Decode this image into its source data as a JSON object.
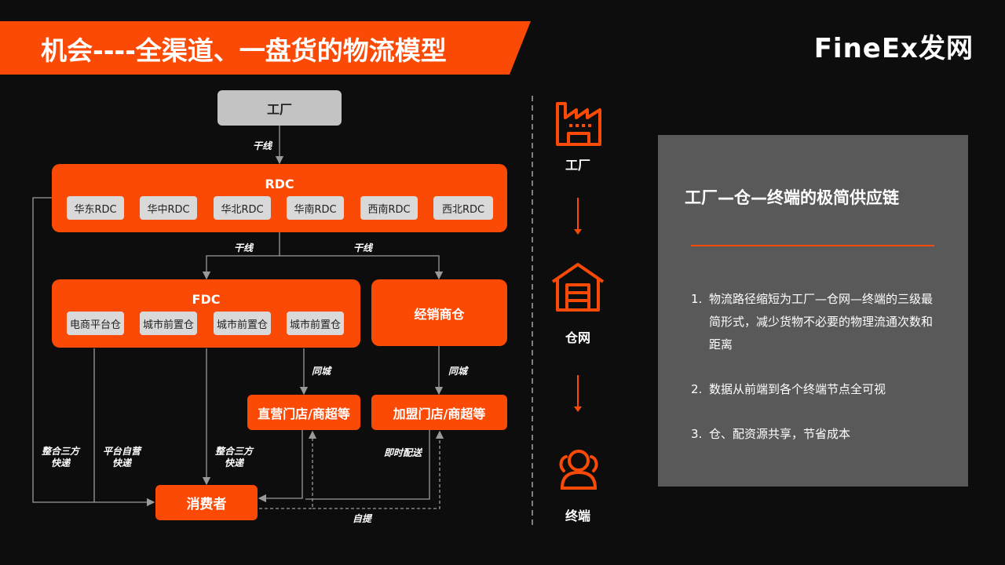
{
  "title": "机会----全渠道、一盘货的物流模型",
  "logo": {
    "text": "FineEx发网"
  },
  "diagram": {
    "factory": "工厂",
    "rdc": {
      "title": "RDC",
      "chips": [
        "华东RDC",
        "华中RDC",
        "华北RDC",
        "华南RDC",
        "西南RDC",
        "西北RDC"
      ]
    },
    "fdc": {
      "title": "FDC",
      "chips": [
        "电商平台仓",
        "城市前置仓",
        "城市前置仓",
        "城市前置仓"
      ]
    },
    "dealer_wh": "经销商仓",
    "direct_store": "直营门店/商超等",
    "franchise_store": "加盟门店/商超等",
    "consumer": "消费者",
    "edge_labels": {
      "trunk": "干线",
      "trunk_left": "干线",
      "trunk_right": "干线",
      "same_city_1": "同城",
      "same_city_2": "同城",
      "third_party_1": "整合三方快递",
      "platform_self": "平台自营快递",
      "third_party_2": "整合三方快递",
      "instant": "即时配送",
      "self_pickup": "自提"
    }
  },
  "flow": {
    "factory": "工厂",
    "warehouse": "仓网",
    "terminal": "终端"
  },
  "panel": {
    "title": "工厂—仓—终端的极简供应链",
    "items": [
      {
        "num": "1.",
        "text": "物流路径缩短为工厂—仓网—终端的三级最简形式，减少货物不必要的物理流通次数和距离"
      },
      {
        "num": "2.",
        "text": "数据从前端到各个终端节点全可视"
      },
      {
        "num": "3.",
        "text": "仓、配资源共享，节省成本"
      }
    ]
  },
  "colors": {
    "accent": "#fa4a05",
    "panel": "#595959",
    "background": "#0d0d0d"
  }
}
